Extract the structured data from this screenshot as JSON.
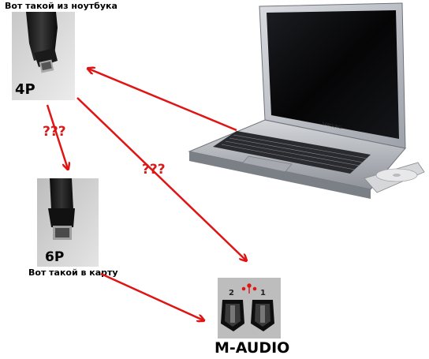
{
  "labels": {
    "top_caption": "Вот такой из ноутбука",
    "plug_4p": "4P",
    "plug_6p": "6P",
    "card_caption": "Вот такой в карту",
    "question_left": "???",
    "question_middle": "???",
    "brand": "M-AUDIO",
    "port_num_2": "2",
    "port_num_1": "1",
    "laptop_brand": "SAMSUNG"
  },
  "colors": {
    "arrow": "#e11414",
    "question": "#d81c1c",
    "text": "#000000",
    "panel": "#bdbdbd",
    "laptop_body": "#b9bcc2",
    "screen": "#0b0b0d"
  },
  "icons": {
    "firewire": "firewire-icon"
  }
}
